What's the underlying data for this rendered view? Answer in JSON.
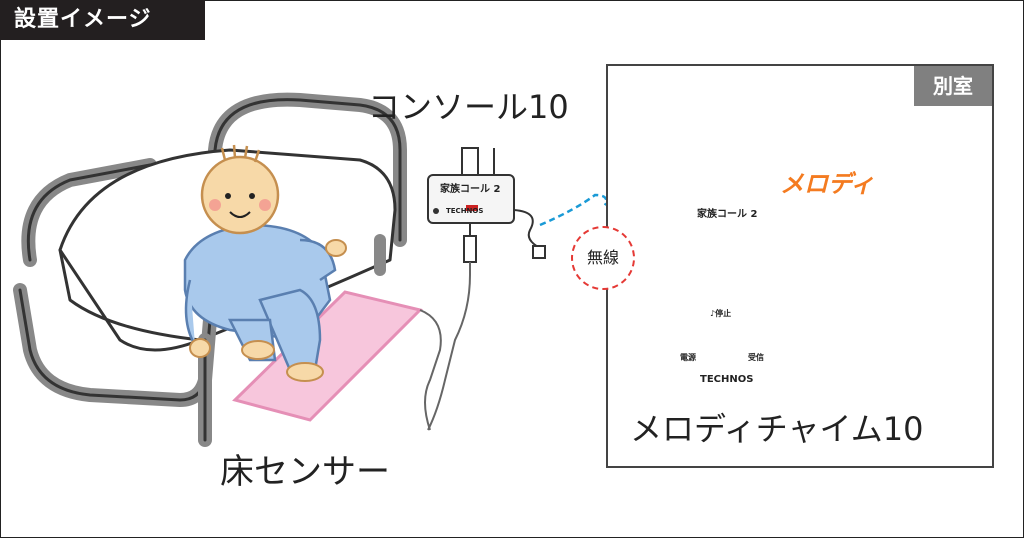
{
  "title": "設置イメージ",
  "room_label": "別室",
  "labels": {
    "console": "コンソール10",
    "floor_sensor": "床センサー",
    "melody_chime": "メロディチャイム10",
    "melody": "メロディ",
    "wireless": "無線"
  },
  "device": {
    "console_face": "家族コール 2",
    "chime_face": "家族コール 2",
    "brand": "TECHNOS",
    "stop": "♪停止",
    "power": "電源",
    "signal": "受信"
  },
  "colors": {
    "title_bg": "#231f20",
    "room_tag_bg": "#808080",
    "sensor_pink": "#f7c6dc",
    "person_blue": "#a9c9ec",
    "melody_orange": "#f47b20",
    "note_green": "#7dbb2a",
    "wireless_dash": "#1a9ad6"
  }
}
